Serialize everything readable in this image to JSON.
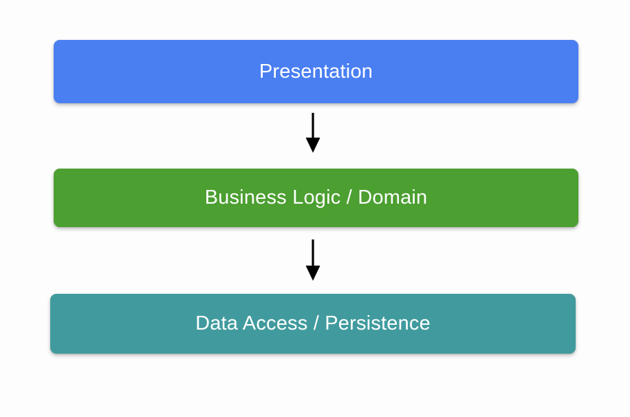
{
  "diagram": {
    "type": "layered-architecture-flow",
    "background_color": "#fdfdfd",
    "arrow_color": "#000000",
    "label_color": "#ffffff",
    "layers": [
      {
        "id": "presentation",
        "label": "Presentation",
        "color": "#4a7ff2",
        "order": 1
      },
      {
        "id": "business-logic",
        "label": "Business Logic / Domain",
        "color": "#4c9f31",
        "order": 2
      },
      {
        "id": "data-access",
        "label": "Data Access / Persistence",
        "color": "#419b9e",
        "order": 3
      }
    ],
    "connectors": [
      {
        "id": "presentation-to-business",
        "from": "presentation",
        "to": "business-logic",
        "direction": "down",
        "style": "solid-arrow"
      },
      {
        "id": "business-to-data",
        "from": "business-logic",
        "to": "data-access",
        "direction": "down",
        "style": "solid-arrow"
      }
    ]
  }
}
